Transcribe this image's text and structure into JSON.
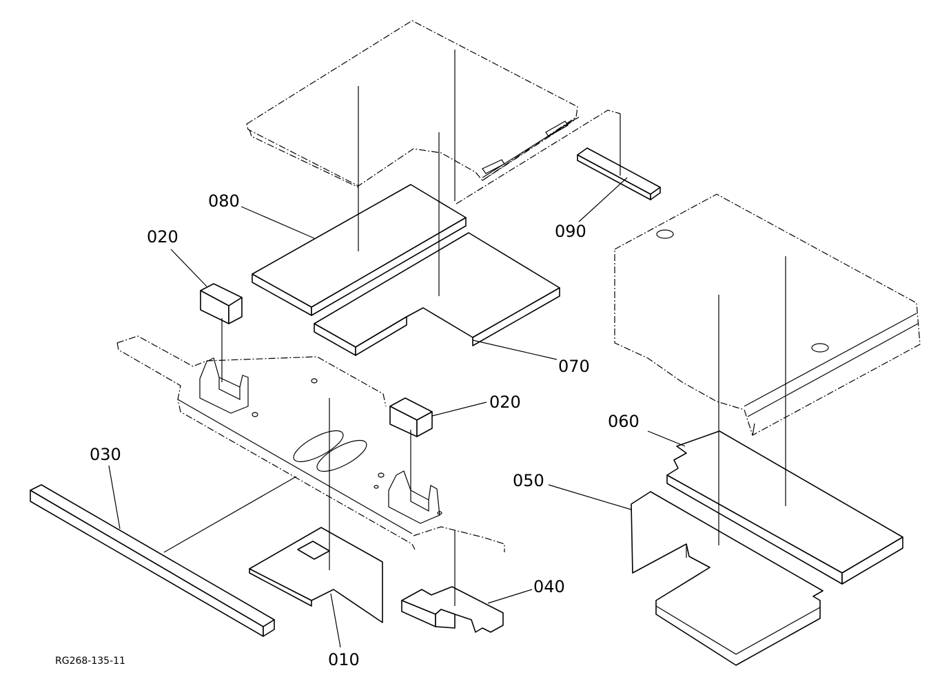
{
  "callouts": {
    "p010": "010",
    "p020a": "020",
    "p020b": "020",
    "p030": "030",
    "p040": "040",
    "p050": "050",
    "p060": "060",
    "p070": "070",
    "p080": "080",
    "p090": "090"
  },
  "reference_code": "RG268-135-11"
}
